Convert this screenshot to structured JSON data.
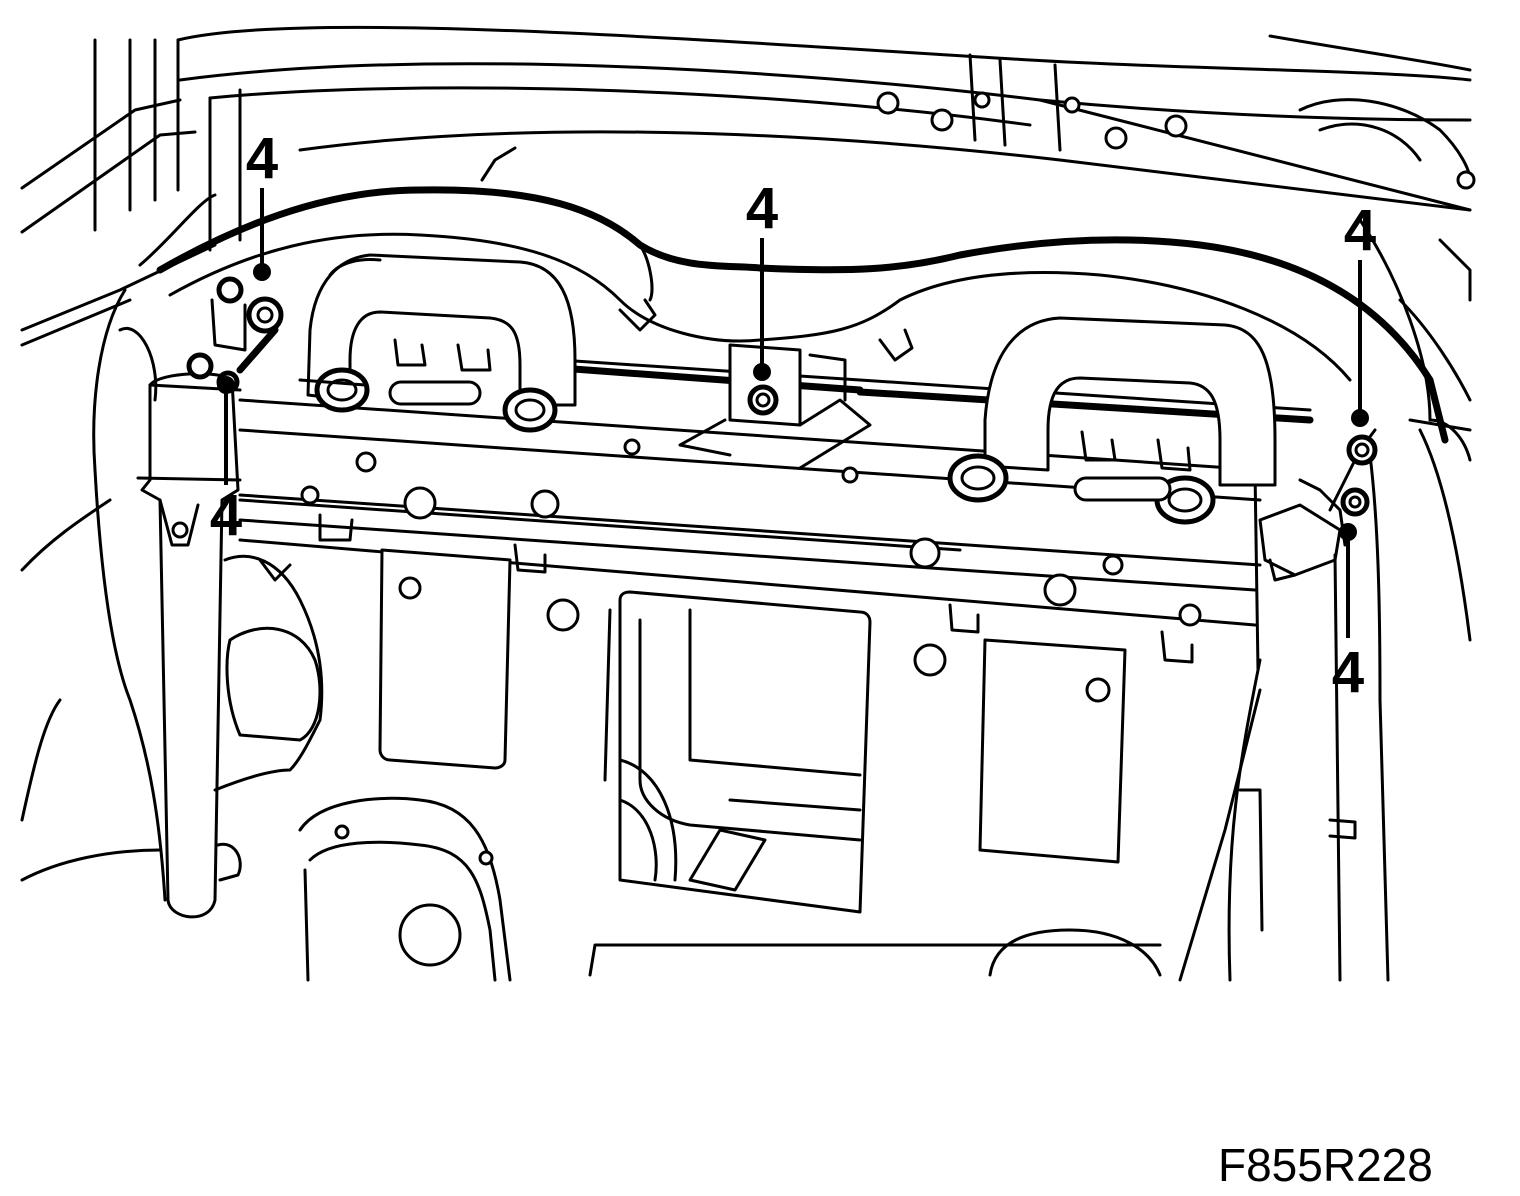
{
  "figure": {
    "code": "F855R228"
  },
  "callouts": [
    {
      "id": "left-upper",
      "label": "4"
    },
    {
      "id": "center",
      "label": "4"
    },
    {
      "id": "right-upper",
      "label": "4"
    },
    {
      "id": "left-lower",
      "label": "4"
    },
    {
      "id": "right-lower",
      "label": "4"
    }
  ]
}
